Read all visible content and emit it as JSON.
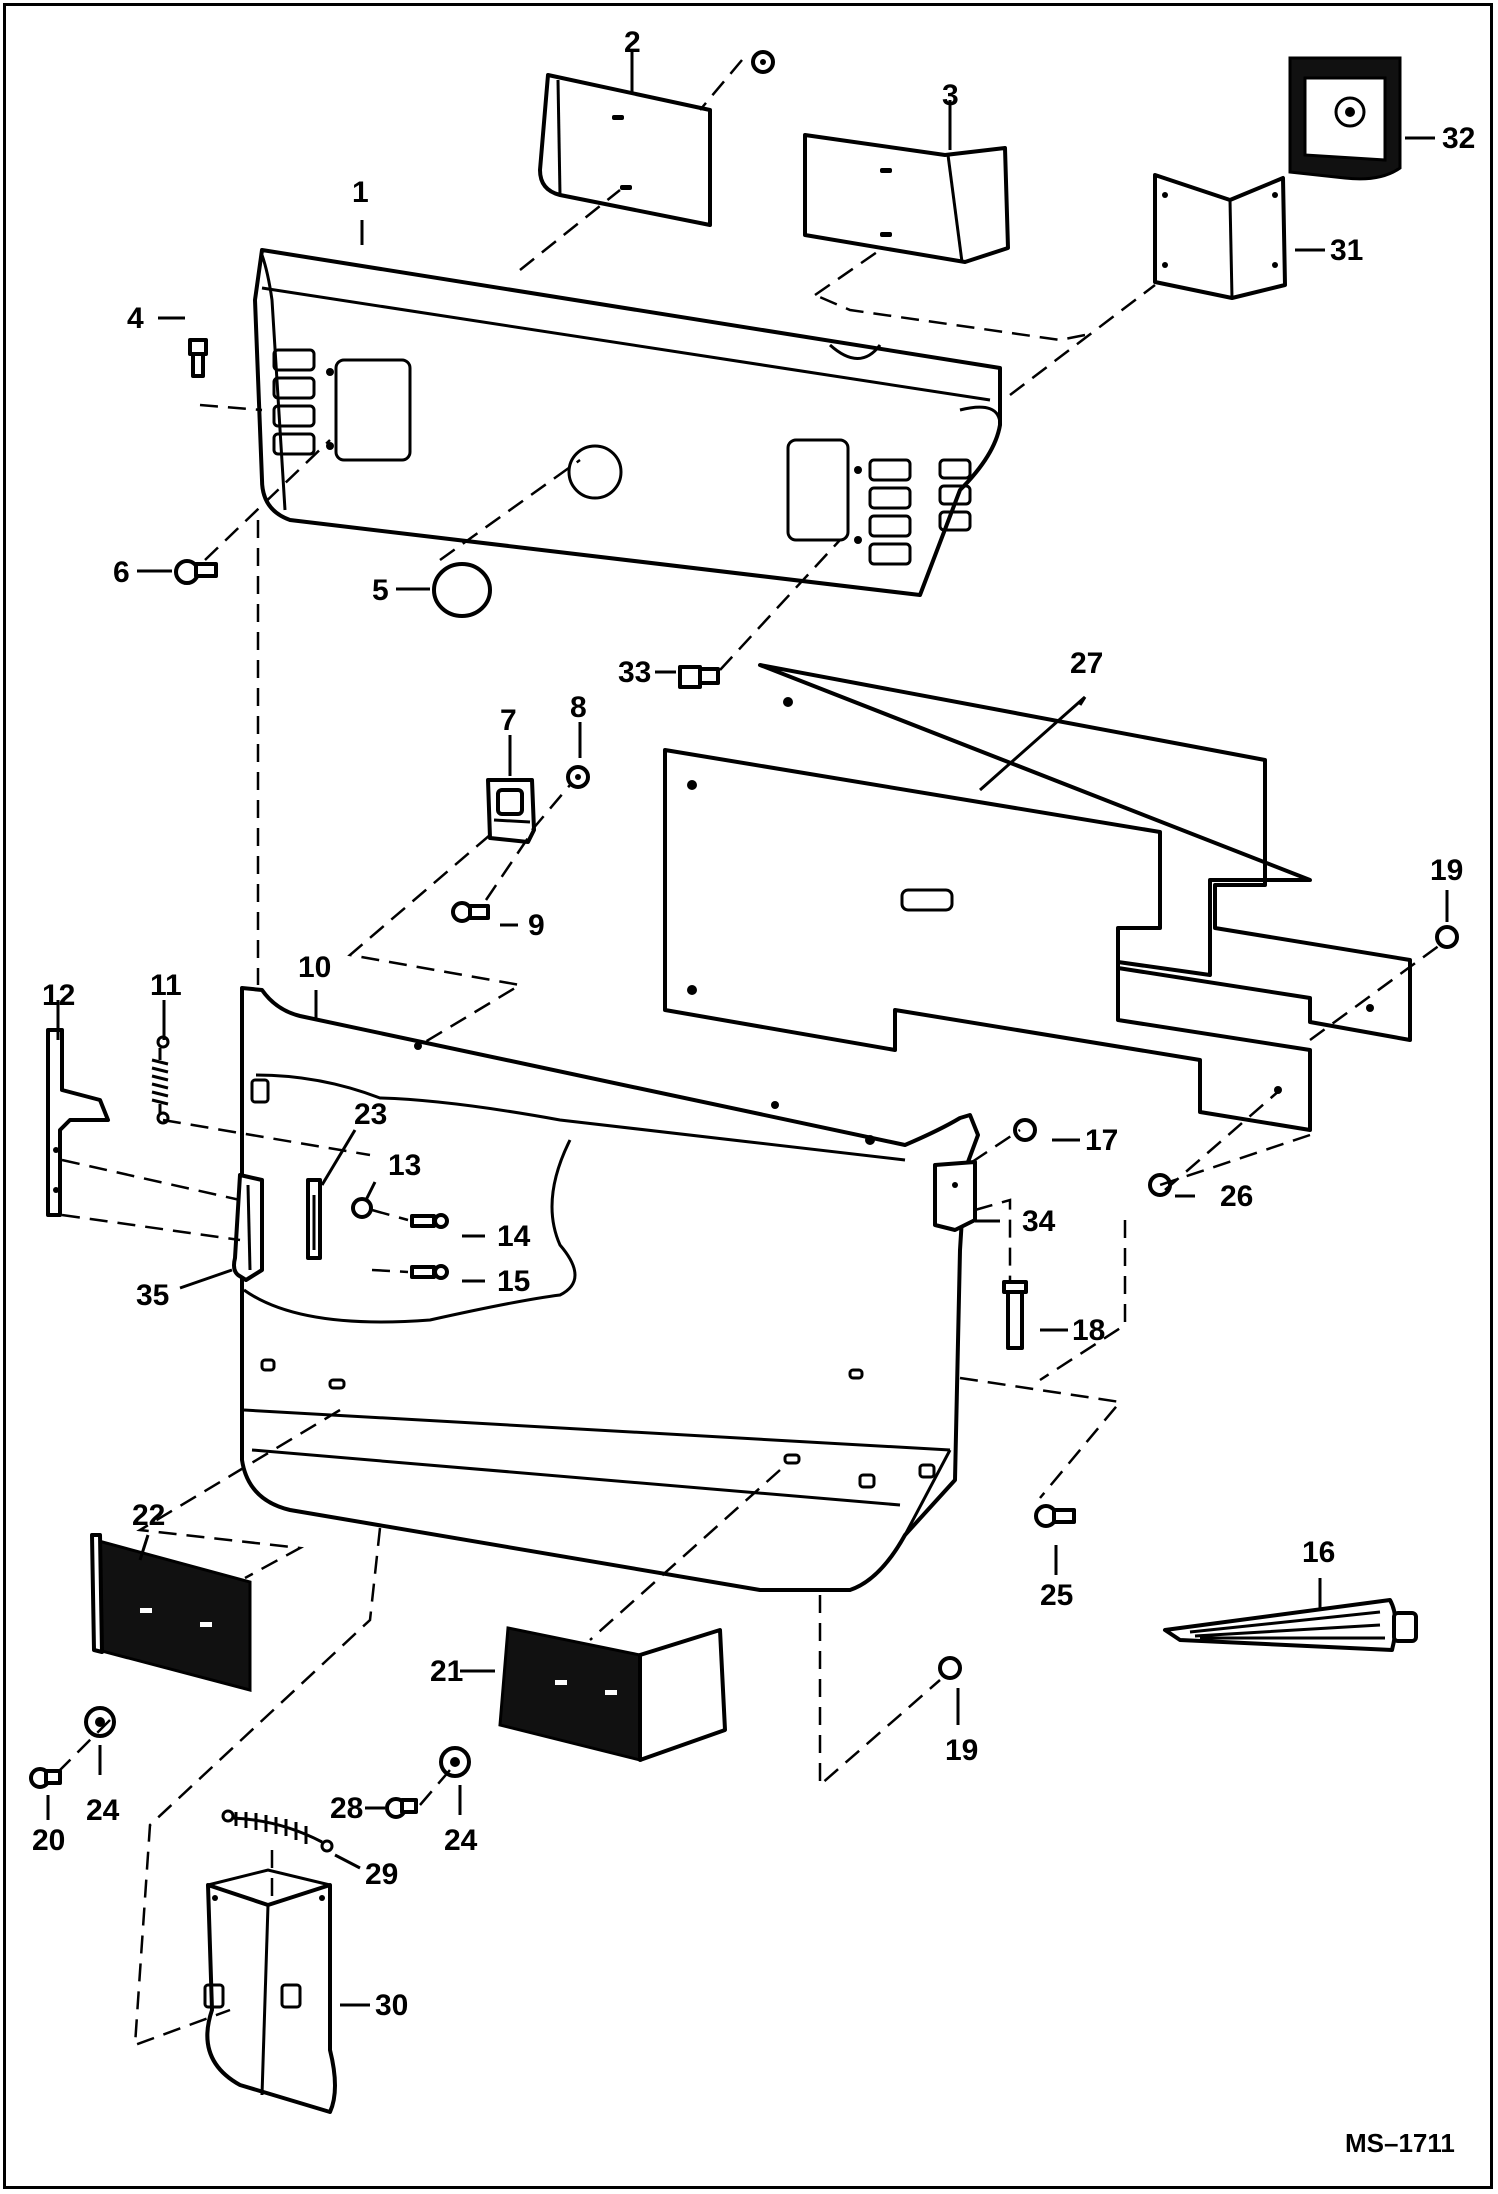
{
  "diagram_code": "MS–1711",
  "callouts": [
    {
      "id": "c1",
      "text": "1"
    },
    {
      "id": "c2",
      "text": "2"
    },
    {
      "id": "c3",
      "text": "3"
    },
    {
      "id": "c4",
      "text": "4"
    },
    {
      "id": "c5",
      "text": "5"
    },
    {
      "id": "c6",
      "text": "6"
    },
    {
      "id": "c7",
      "text": "7"
    },
    {
      "id": "c8",
      "text": "8"
    },
    {
      "id": "c9",
      "text": "9"
    },
    {
      "id": "c10",
      "text": "10"
    },
    {
      "id": "c11",
      "text": "11"
    },
    {
      "id": "c12",
      "text": "12"
    },
    {
      "id": "c13",
      "text": "13"
    },
    {
      "id": "c14",
      "text": "14"
    },
    {
      "id": "c15",
      "text": "15"
    },
    {
      "id": "c16",
      "text": "16"
    },
    {
      "id": "c17",
      "text": "17"
    },
    {
      "id": "c18",
      "text": "18"
    },
    {
      "id": "c19a",
      "text": "19"
    },
    {
      "id": "c19b",
      "text": "19"
    },
    {
      "id": "c20",
      "text": "20"
    },
    {
      "id": "c21",
      "text": "21"
    },
    {
      "id": "c22",
      "text": "22"
    },
    {
      "id": "c23",
      "text": "23"
    },
    {
      "id": "c24a",
      "text": "24"
    },
    {
      "id": "c24b",
      "text": "24"
    },
    {
      "id": "c25",
      "text": "25"
    },
    {
      "id": "c26",
      "text": "26"
    },
    {
      "id": "c27",
      "text": "27"
    },
    {
      "id": "c28",
      "text": "28"
    },
    {
      "id": "c29",
      "text": "29"
    },
    {
      "id": "c30",
      "text": "30"
    },
    {
      "id": "c31",
      "text": "31"
    },
    {
      "id": "c32",
      "text": "32"
    },
    {
      "id": "c33",
      "text": "33"
    },
    {
      "id": "c34",
      "text": "34"
    },
    {
      "id": "c35",
      "text": "35"
    }
  ]
}
